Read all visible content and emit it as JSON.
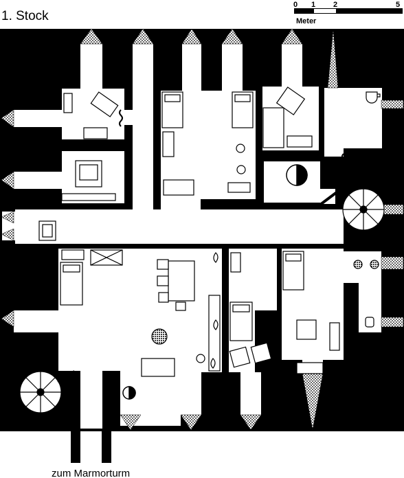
{
  "title": "1. Stock",
  "scale": {
    "ticks": [
      "0",
      "1",
      "2",
      "5"
    ],
    "unit": "Meter"
  },
  "exit_label": "zum Marmorturm",
  "colors": {
    "wall": "#000000",
    "floor": "#ffffff",
    "dot_fill": "#000000"
  },
  "icons": [
    "bed-icon",
    "armchair-icon",
    "sofa-icon",
    "table-icon",
    "cup-icon",
    "bird-icon",
    "flame-icon",
    "radiator-icon",
    "spiral-stair-icon",
    "half-circle-icon"
  ]
}
